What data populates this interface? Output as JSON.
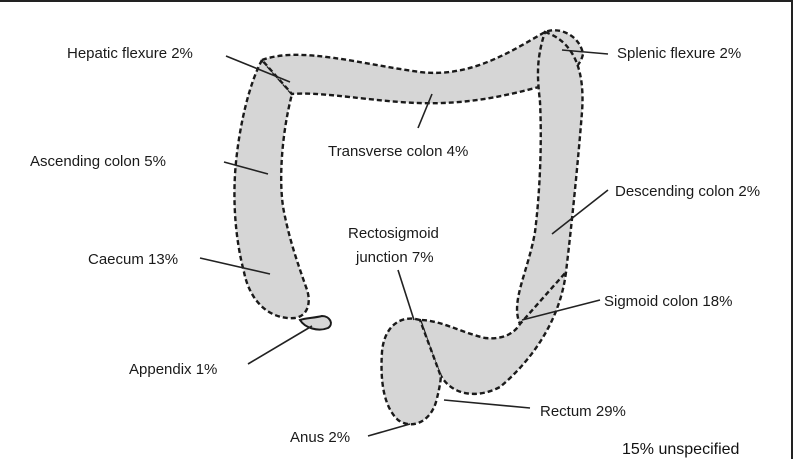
{
  "diagram": {
    "labels": {
      "hepatic_flexure": "Hepatic flexure 2%",
      "splenic_flexure": "Splenic flexure 2%",
      "transverse_colon": "Transverse colon 4%",
      "ascending_colon": "Ascending colon 5%",
      "descending_colon": "Descending colon 2%",
      "rectosigmoid_line1": "Rectosigmoid",
      "rectosigmoid_line2": "junction 7%",
      "caecum": "Caecum 13%",
      "sigmoid_colon": "Sigmoid colon 18%",
      "appendix": "Appendix 1%",
      "rectum": "Rectum 29%",
      "anus": "Anus 2%"
    },
    "footnote": "15% unspecified",
    "colors": {
      "colon_fill": "#d6d6d6",
      "outline": "#1a1a1a"
    }
  }
}
